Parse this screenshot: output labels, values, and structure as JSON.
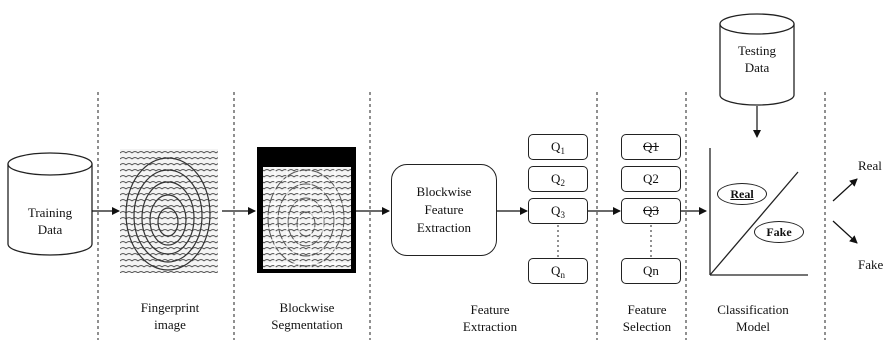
{
  "training": {
    "line1": "Training",
    "line2": "Data"
  },
  "testing": {
    "line1": "Testing",
    "line2": "Data"
  },
  "stages": {
    "fingerprint": {
      "line1": "Fingerprint",
      "line2": "image"
    },
    "segmentation": {
      "line1": "Blockwise",
      "line2": "Segmentation"
    },
    "extraction": {
      "line1": "Feature",
      "line2": "Extraction"
    },
    "selection": {
      "line1": "Feature",
      "line2": "Selection"
    },
    "classification": {
      "line1": "Classification",
      "line2": "Model"
    }
  },
  "process_box": {
    "line1": "Blockwise",
    "line2": "Feature",
    "line3": "Extraction"
  },
  "extracted_features": [
    {
      "base": "Q",
      "sub": "1"
    },
    {
      "base": "Q",
      "sub": "2"
    },
    {
      "base": "Q",
      "sub": "3"
    },
    {
      "base": "Q",
      "sub": "n"
    }
  ],
  "selected_features": [
    {
      "text": "Q1",
      "struck": true
    },
    {
      "text": "Q2",
      "struck": false
    },
    {
      "text": "Q3",
      "struck": true
    },
    {
      "text": "Qn",
      "struck": false
    }
  ],
  "classes": {
    "real": "Real",
    "fake": "Fake"
  },
  "outputs": {
    "real": "Real",
    "fake": "Fake"
  }
}
